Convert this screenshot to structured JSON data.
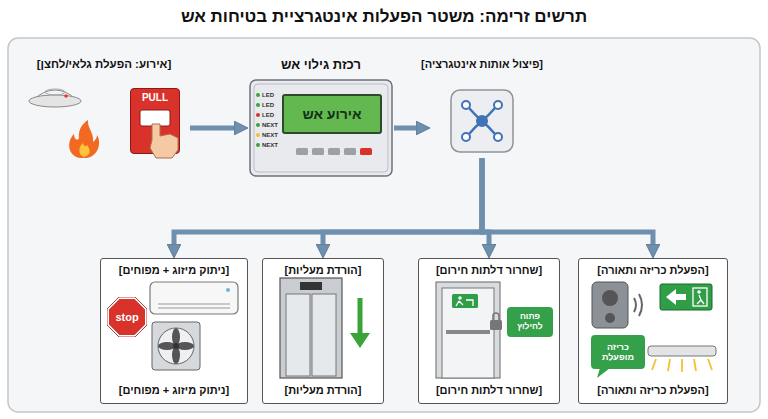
{
  "diagram": {
    "title": "תרשים זרימה: משטר הפעלות אינטגרציית בטיחות אש",
    "nodes": [
      {
        "text": [
          "[אירוע: הפעלת גלאי/לחצן]"
        ]
      },
      {
        "text": [
          "PULL"
        ],
        "in": 0
      },
      {
        "text": [
          "רכזת גילוי אש"
        ]
      },
      {
        "text": [
          "אירוע אש"
        ],
        "in": 2
      },
      {
        "text": [
          "[פיצול אותות אינטגרציה]"
        ]
      },
      {
        "text": [
          "[הפעלת כריזה ותאורה]",
          "[הפעלת כריזה ותאורה]"
        ]
      },
      {
        "text": [
          "כריזה מופעלת"
        ],
        "in": 5
      },
      {
        "text": [
          "[שחרור דלתות חירום]",
          "[שחרור דלתות חירום]"
        ]
      },
      {
        "text": [
          "פתוח לחילוץ"
        ],
        "in": 7
      },
      {
        "text": [
          "[הורדת מעליות]",
          "[הורדת מעליות]"
        ]
      },
      {
        "text": [
          "[ניתוק מיזוג + מפוחים]",
          "[ניתוק מיזוג + מפוחים]"
        ]
      },
      {
        "text": [
          "stop"
        ],
        "in": 10
      }
    ],
    "edges": [
      {
        "from": 0,
        "to": 2,
        "arrow": "to"
      },
      {
        "from": 2,
        "to": 4,
        "arrow": "to"
      },
      {
        "from": 4,
        "to": 5,
        "arrow": "to"
      },
      {
        "from": 4,
        "to": 7,
        "arrow": "to"
      },
      {
        "from": 4,
        "to": 9,
        "arrow": "to"
      },
      {
        "from": 4,
        "to": 10,
        "arrow": "to"
      }
    ],
    "labels": [
      "LED",
      "LED",
      "LED",
      "NEXT",
      "NEXT",
      "NEXT"
    ]
  }
}
